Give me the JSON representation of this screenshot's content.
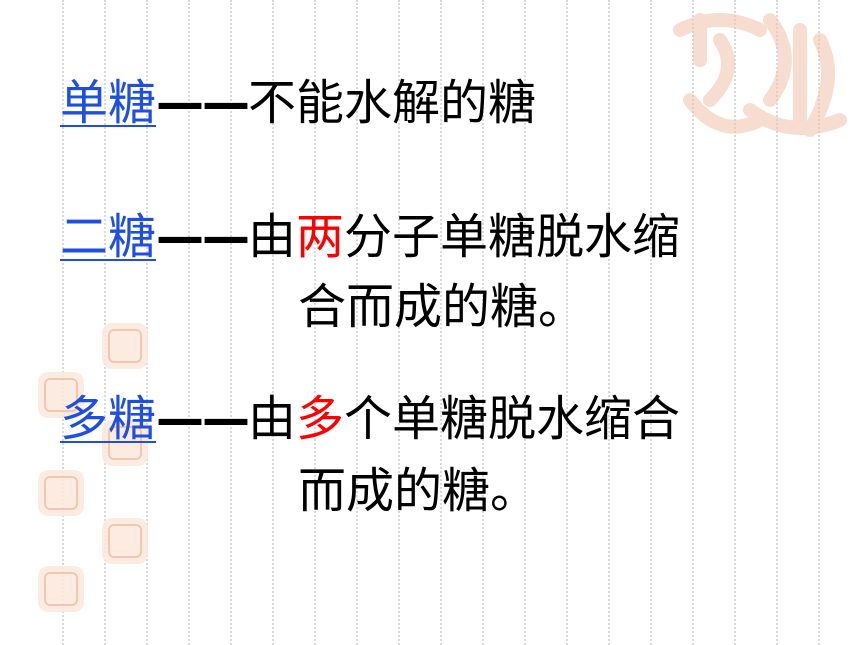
{
  "items": [
    {
      "term": "单糖",
      "dash": "——",
      "text_before": "不能水解的糖",
      "highlight": "",
      "text_after": "",
      "continuation": ""
    },
    {
      "term": "二糖",
      "dash": "——",
      "text_before": "由",
      "highlight": "两",
      "text_after": "分子单糖脱水缩",
      "continuation": "合而成的糖。"
    },
    {
      "term": "多糖",
      "dash": "——",
      "text_before": "由",
      "highlight": "多",
      "text_after": "个单糖脱水缩合",
      "continuation": "而成的糖。"
    }
  ],
  "colors": {
    "term": "#1f4fe0",
    "highlight": "#ff0000",
    "text": "#000000"
  }
}
